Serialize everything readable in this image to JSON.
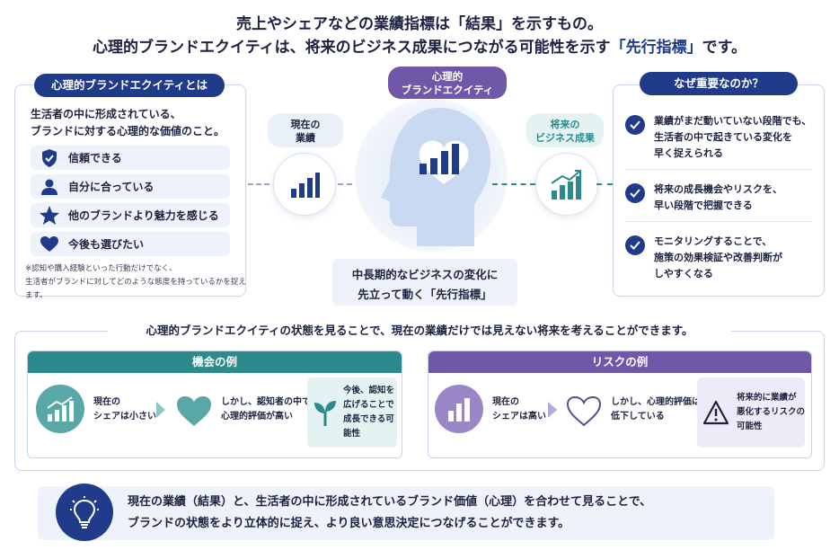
{
  "header": {
    "line1": "売上やシェアなどの業績指標は「結果」を示すもの。",
    "line2_a": "心理的ブランドエクイティは、将来のビジネス成果につながる可能性を示す",
    "line2_b": "「先行指標」",
    "line2_c": "です。"
  },
  "left_panel": {
    "title": "心理的ブランドエクイティとは",
    "lead_1": "生活者の中に形成されている、",
    "lead_2": "ブランドに対する心理的な価値のこと。",
    "items": [
      {
        "icon": "shield-check-icon",
        "label": "信頼できる"
      },
      {
        "icon": "person-icon",
        "label": "自分に合っている"
      },
      {
        "icon": "star-icon",
        "label": "他のブランドより魅力を感じる"
      },
      {
        "icon": "heart-icon",
        "label": "今後も選びたい"
      }
    ],
    "note_1": "※認知や購入経験といった行動だけでなく、",
    "note_2": "生活者がブランドに対してどのような態度を持っているかを捉えます。"
  },
  "center": {
    "current_label_1": "現在の",
    "current_label_2": "業績",
    "equity_label_1": "心理的",
    "equity_label_2": "ブランドエクイティ",
    "future_label_1": "将来の",
    "future_label_2": "ビジネス成果",
    "callout_1": "中長期的なビジネスの変化に",
    "callout_2": "先立って動く「先行指標」"
  },
  "right_panel": {
    "title": "なぜ重要なのか？",
    "items": [
      {
        "lines": [
          "業績がまだ動いていない段階でも、",
          "生活者の中で起きている変化を",
          "早く捉えられる"
        ]
      },
      {
        "lines": [
          "将来の成長機会やリスクを、",
          "早い段階で把握できる"
        ]
      },
      {
        "lines": [
          "モニタリングすることで、",
          "施策の効果検証や改善判断が",
          "しやすくなる"
        ]
      }
    ]
  },
  "band": {
    "title": "心理的ブランドエクイティの状態を見ることで、現在の業績だけでは見えない将来を考えることができます。",
    "opportunity": {
      "head": "機会の例",
      "step1": [
        "現在の",
        "シェアは小さい"
      ],
      "step2": [
        "しかし、認知者の中では",
        "心理的評価が高い"
      ],
      "step3": [
        "今後、認知を",
        "広げることで",
        "成長できる可能性"
      ]
    },
    "risk": {
      "head": "リスクの例",
      "step1": [
        "現在の",
        "シェアは高い"
      ],
      "step2": [
        "しかし、心理的評価は",
        "低下している"
      ],
      "step3": [
        "将来的に業績が",
        "悪化するリスクの",
        "可能性"
      ]
    }
  },
  "bottom": {
    "line1": "現在の業績（結果）と、生活者の中に形成されているブランド価値（心理）を合わせて見ることで、",
    "line2": "ブランドの状態をより立体的に捉え、より良い意思決定につなげることができます。"
  },
  "colors": {
    "navy": "#1f3b8a",
    "purple": "#7157a8",
    "teal": "#2b8a8c",
    "soft_blue": "#eef2fa"
  }
}
